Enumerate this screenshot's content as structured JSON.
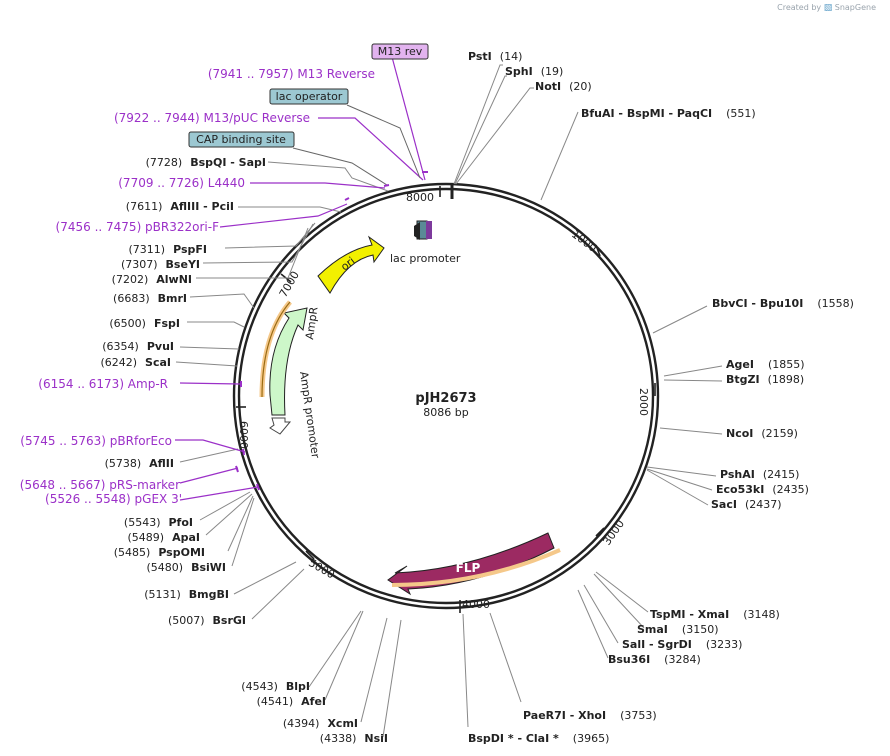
{
  "branding": {
    "created_by": "Created by",
    "app": "SnapGene"
  },
  "plasmid": {
    "name": "pJH2673",
    "length_label": "8086 bp",
    "length": 8086
  },
  "colors": {
    "backbone": "#222222",
    "enzyme_line": "#888888",
    "feature_text": "#9b30c8",
    "ori": "#f2f000",
    "ampr": "#cdf7c9",
    "flp": "#9c2a62",
    "orange_highlight": "#f5c88a",
    "box_blue": "#9cc8d2",
    "box_purple": "#e2b3ef"
  },
  "ticks": [
    "1000",
    "2000",
    "3000",
    "4000",
    "5000",
    "6000",
    "7000",
    "8000"
  ],
  "enzymes_right": [
    {
      "id": "pst",
      "name": "PstI",
      "pos": "(14)"
    },
    {
      "id": "sph",
      "name": "SphI",
      "pos": "(19)"
    },
    {
      "id": "not",
      "name": "NotI",
      "pos": "(20)"
    },
    {
      "id": "bfu",
      "name": "BfuAI  -  BspMI  -  PaqCI",
      "pos": "(551)"
    },
    {
      "id": "bbv",
      "name": "BbvCI  -  Bpu10I",
      "pos": "(1558)"
    },
    {
      "id": "age",
      "name": "AgeI",
      "pos": "(1855)"
    },
    {
      "id": "btg",
      "name": "BtgZI",
      "pos": "(1898)"
    },
    {
      "id": "nco",
      "name": "NcoI",
      "pos": "(2159)"
    },
    {
      "id": "psh",
      "name": "PshAI",
      "pos": "(2415)"
    },
    {
      "id": "eco",
      "name": "Eco53kI",
      "pos": "(2435)"
    },
    {
      "id": "sac",
      "name": "SacI",
      "pos": "(2437)"
    },
    {
      "id": "tsp",
      "name": "TspMI  -  XmaI",
      "pos": "(3148)"
    },
    {
      "id": "sma",
      "name": "SmaI",
      "pos": "(3150)"
    },
    {
      "id": "sal",
      "name": "SalI  -  SgrDI",
      "pos": "(3233)"
    },
    {
      "id": "bsu",
      "name": "Bsu36I",
      "pos": "(3284)"
    },
    {
      "id": "pae",
      "name": "PaeR7I  -  XhoI",
      "pos": "(3753)"
    },
    {
      "id": "bspd",
      "name": "BspDI *  -  ClaI *",
      "pos": "(3965)"
    }
  ],
  "enzymes_left": [
    {
      "id": "bspq",
      "name": "BspQI  -  SapI",
      "pos": "(7728)"
    },
    {
      "id": "afl3",
      "name": "AflIII  -  PciI",
      "pos": "(7611)"
    },
    {
      "id": "pspf",
      "name": "PspFI",
      "pos": "(7311)"
    },
    {
      "id": "bsey",
      "name": "BseYI",
      "pos": "(7307)"
    },
    {
      "id": "alwn",
      "name": "AlwNI",
      "pos": "(7202)"
    },
    {
      "id": "bmr",
      "name": "BmrI",
      "pos": "(6683)"
    },
    {
      "id": "fsp",
      "name": "FspI",
      "pos": "(6500)"
    },
    {
      "id": "pvu",
      "name": "PvuI",
      "pos": "(6354)"
    },
    {
      "id": "sca",
      "name": "ScaI",
      "pos": "(6242)"
    },
    {
      "id": "afl2",
      "name": "AflII",
      "pos": "(5738)"
    },
    {
      "id": "pfo",
      "name": "PfoI",
      "pos": "(5543)"
    },
    {
      "id": "apa",
      "name": "ApaI",
      "pos": "(5489)"
    },
    {
      "id": "pspo",
      "name": "PspOMI",
      "pos": "(5485)"
    },
    {
      "id": "bsiw",
      "name": "BsiWI",
      "pos": "(5480)"
    },
    {
      "id": "bmgb",
      "name": "BmgBI",
      "pos": "(5131)"
    },
    {
      "id": "bsrg",
      "name": "BsrGI",
      "pos": "(5007)"
    },
    {
      "id": "blp",
      "name": "BlpI",
      "pos": "(4543)"
    },
    {
      "id": "afe",
      "name": "AfeI",
      "pos": "(4541)"
    },
    {
      "id": "xcm",
      "name": "XcmI",
      "pos": "(4394)"
    },
    {
      "id": "nsi",
      "name": "NsiI",
      "pos": "(4338)"
    }
  ],
  "feature_labels": [
    {
      "id": "m13r",
      "text": "(7941 .. 7957)  M13 Reverse"
    },
    {
      "id": "m13p",
      "text": "(7922 .. 7944)  M13/pUC Reverse"
    },
    {
      "id": "l4440",
      "text": "(7709 .. 7726)  L4440"
    },
    {
      "id": "pbr",
      "text": "(7456 .. 7475)  pBR322ori-F"
    },
    {
      "id": "ampr_site",
      "text": "(6154 .. 6173)  Amp-R"
    },
    {
      "id": "pbrfor",
      "text": "(5745 .. 5763)  pBRforEco"
    },
    {
      "id": "prs",
      "text": "(5648 .. 5667)  pRS-marker"
    },
    {
      "id": "pgex",
      "text": "(5526 .. 5548)  pGEX 3'"
    }
  ],
  "boxes": {
    "m13rev": "M13 rev",
    "lac_operator": "lac operator",
    "cap": "CAP binding site"
  },
  "features": {
    "ori": "ori",
    "ampr": "AmpR",
    "ampr_promoter": "AmpR promoter",
    "lac_promoter": "lac promoter",
    "flp": "FLP"
  }
}
